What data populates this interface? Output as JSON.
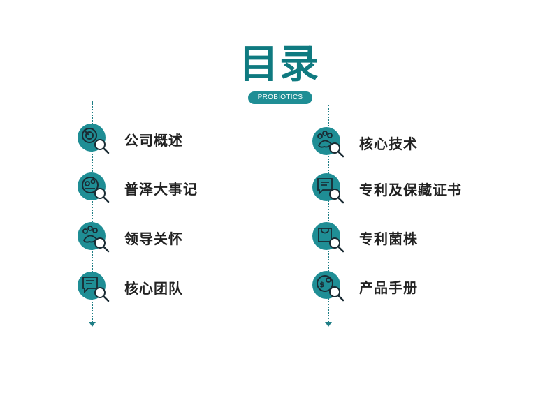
{
  "header": {
    "title": "目录",
    "badge": "PROBIOTICS"
  },
  "colors": {
    "accent": "#1f8e95",
    "title": "#0f7a80",
    "icon_stroke": "#1a2b33"
  },
  "left_items": [
    {
      "label": "公司概述",
      "icon": "target-search-icon"
    },
    {
      "label": "普泽大事记",
      "icon": "gear-search-icon"
    },
    {
      "label": "领导关怀",
      "icon": "paw-search-icon"
    },
    {
      "label": "核心团队",
      "icon": "chat-search-icon"
    }
  ],
  "right_items": [
    {
      "label": "核心技术",
      "icon": "paw-search-icon"
    },
    {
      "label": "专利及保藏证书",
      "icon": "chat-search-icon"
    },
    {
      "label": "专利菌株",
      "icon": "bag-search-icon"
    },
    {
      "label": "产品手册",
      "icon": "dollar-gear-search-icon"
    }
  ]
}
